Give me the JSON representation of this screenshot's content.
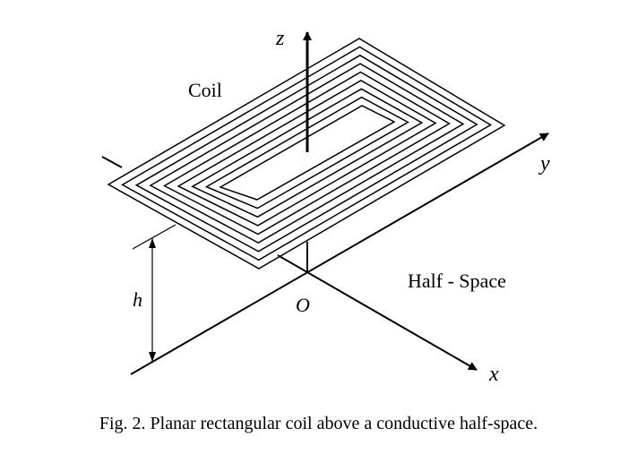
{
  "labels": {
    "coil": "Coil",
    "z_axis": "z",
    "y_axis": "y",
    "x_axis": "x",
    "origin": "O",
    "height": "h",
    "half_space": "Half - Space"
  },
  "caption": "Fig. 2. Planar rectangular coil above a conductive half-space.",
  "coil": {
    "turns": 9
  },
  "colors": {
    "line": "#000000",
    "background": "#ffffff"
  }
}
